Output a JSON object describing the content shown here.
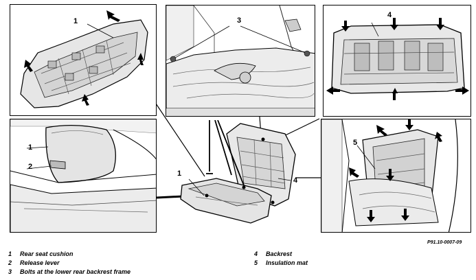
{
  "figure_code": "P91.10-0007-09",
  "callouts": {
    "p1": "1",
    "p3": "3",
    "p4": "4",
    "p5": "5",
    "center_1": "1",
    "center_4": "4",
    "detail_1": "1",
    "detail_2": "2"
  },
  "legend": [
    {
      "num": "1",
      "text": "Rear seat cushion"
    },
    {
      "num": "2",
      "text": "Release lever"
    },
    {
      "num": "3",
      "text": "Bolts at the lower rear backrest frame"
    },
    {
      "num": "4",
      "text": "Backrest"
    },
    {
      "num": "5",
      "text": "Insulation mat"
    }
  ]
}
